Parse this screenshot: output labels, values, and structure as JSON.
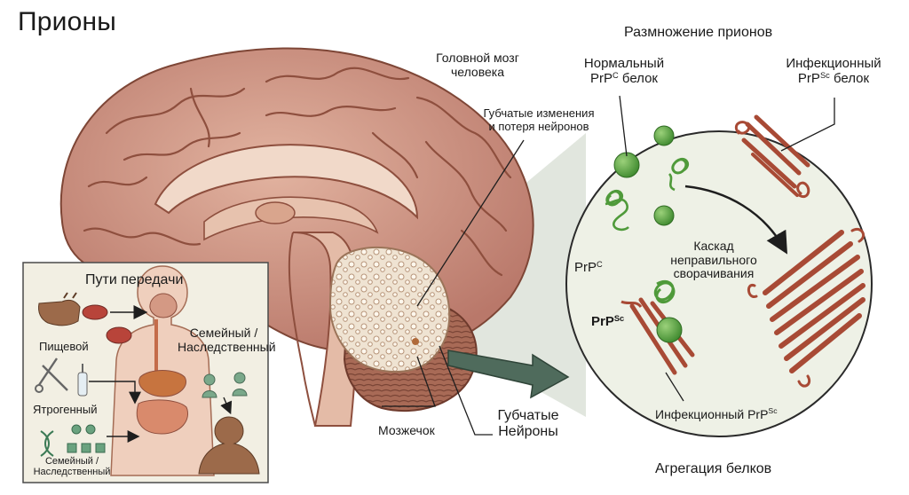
{
  "title": "Прионы",
  "brain": {
    "label_line1": "Головной мозг",
    "label_line2": "человека",
    "spongy_line1": "Губчатые изменения",
    "spongy_line2": "и потеря нейронов",
    "cerebellum": "Мозжечок",
    "neurons_line1": "Губчатые",
    "neurons_line2": "Нейроны"
  },
  "replication": {
    "title": "Размножение прионов",
    "normal_line1": "Нормальный",
    "normal_prefix": "PrP",
    "normal_sup": "C",
    "normal_suffix": " белок",
    "infectious_line1": "Инфекционный",
    "infectious_prefix": "PrP",
    "infectious_sup": "Sc",
    "infectious_suffix": " белок",
    "prpc_prefix": "PrP",
    "prpc_sup": "C",
    "prpsc_prefix": "PrP",
    "prpsc_sup": "Sc",
    "cascade_line1": "Каскад",
    "cascade_line2": "неправильного",
    "cascade_line3": "сворачивания",
    "bottom_prefix": "Инфекционный PrP",
    "bottom_sup": "Sc",
    "aggregation": "Агрегация белков"
  },
  "transmission": {
    "title": "Пути передачи",
    "food": "Пищевой",
    "family_line1": "Семейный /",
    "family_line2": "Наследственный",
    "iatrogenic": "Ятрогенный",
    "family_small_line1": "Семейный /",
    "family_small_line2": "Наследственный"
  },
  "colors": {
    "brain": "#c98f7a",
    "brain_dark": "#8e4f3e",
    "prpc_green": "#4f9a3a",
    "prpsc_red": "#a84a35",
    "circle_bg": "#eef1e6",
    "box_bg": "#f2efe3",
    "arrow": "#4f6b5c"
  }
}
